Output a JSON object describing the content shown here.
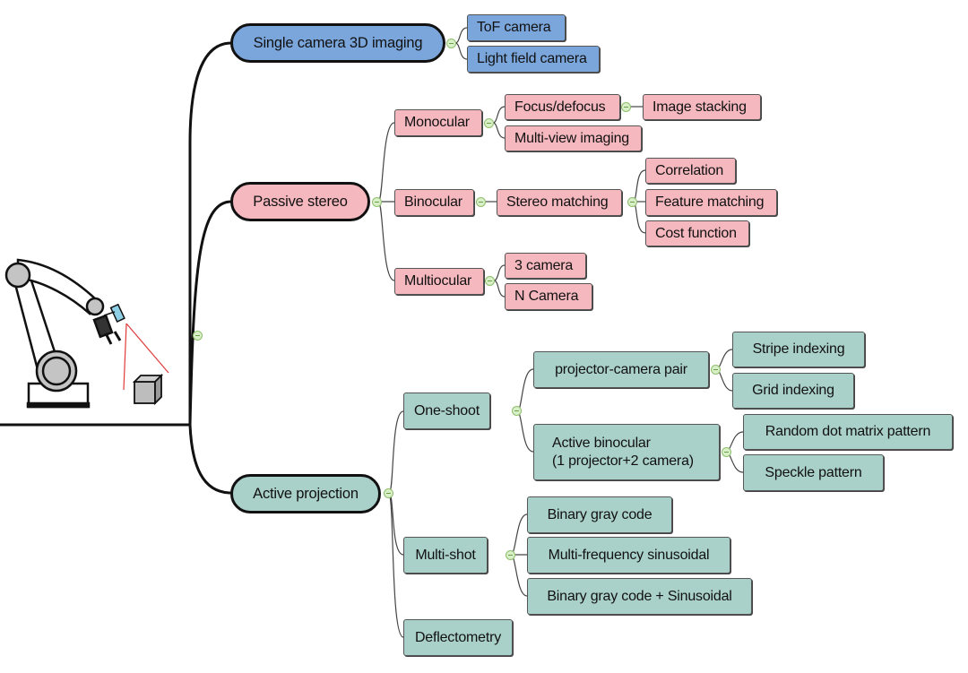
{
  "colors": {
    "single_camera": "#7aa6dc",
    "passive_stereo": "#f5b8bf",
    "active_projection": "#a9d0c9",
    "toggle": "#d9efc7",
    "laser": "#e03a3a",
    "camera": "#8fd0e6"
  },
  "root": {
    "illustration": "robot-arm-with-camera-and-cube"
  },
  "branches": {
    "single": {
      "label": "Single camera 3D imaging",
      "children": [
        "ToF camera",
        "Light field camera"
      ]
    },
    "passive": {
      "label": "Passive stereo",
      "monocular": {
        "label": "Monocular",
        "focus": "Focus/defocus",
        "stacking": "Image stacking",
        "multiview": "Multi-view imaging"
      },
      "binocular": {
        "label": "Binocular",
        "stereo": "Stereo matching",
        "children": [
          "Correlation",
          "Feature matching",
          "Cost function"
        ]
      },
      "multiocular": {
        "label": "Multiocular",
        "children": [
          "3 camera",
          "N Camera"
        ]
      }
    },
    "active": {
      "label": "Active projection",
      "oneshot": {
        "label": "One-shoot",
        "pair": {
          "label": "projector-camera pair",
          "children": [
            "Stripe indexing",
            "Grid indexing"
          ]
        },
        "binocular": {
          "label": "Active binocular\n(1 projector+2 camera)",
          "children": [
            "Random dot matrix pattern",
            "Speckle pattern"
          ]
        }
      },
      "multishot": {
        "label": "Multi-shot",
        "children": [
          "Binary gray code",
          "Multi-frequency sinusoidal",
          "Binary gray code + Sinusoidal"
        ]
      },
      "deflectometry": "Deflectometry"
    }
  }
}
